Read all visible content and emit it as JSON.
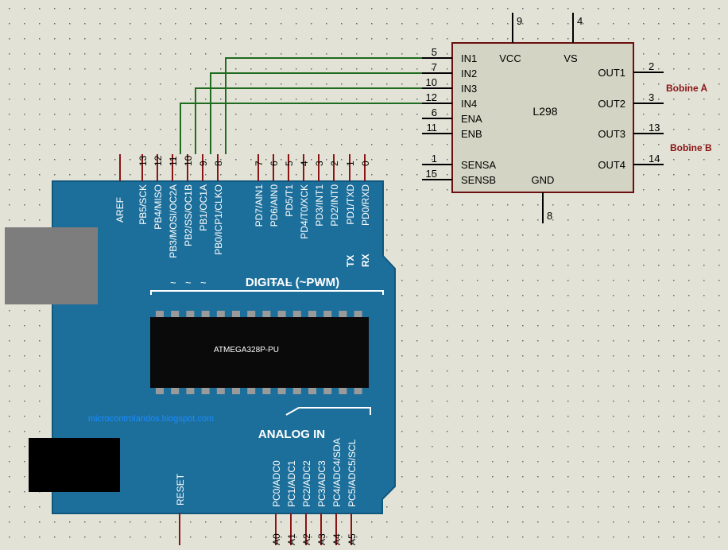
{
  "colors": {
    "background": "#e2e2d6",
    "grid_dot": "#6a6a6a",
    "board": "#1d6f9b",
    "board_edge": "#10577e",
    "wire_green": "#1f6b1f",
    "pin_red": "#8a1414",
    "chip_fill": "#d4d4c4",
    "coil_label": "#8a1414"
  },
  "chip": {
    "name": "L298",
    "left_pins": [
      {
        "number": "5",
        "label": "IN1"
      },
      {
        "number": "7",
        "label": "IN2"
      },
      {
        "number": "10",
        "label": "IN3"
      },
      {
        "number": "12",
        "label": "IN4"
      },
      {
        "number": "6",
        "label": "ENA"
      },
      {
        "number": "11",
        "label": "ENB"
      },
      {
        "number": "1",
        "label": "SENSA"
      },
      {
        "number": "15",
        "label": "SENSB"
      }
    ],
    "right_pins": [
      {
        "number": "2",
        "label": "OUT1"
      },
      {
        "number": "3",
        "label": "OUT2"
      },
      {
        "number": "13",
        "label": "OUT3"
      },
      {
        "number": "14",
        "label": "OUT4"
      }
    ],
    "top_pins": [
      {
        "number": "9",
        "label": "VCC"
      },
      {
        "number": "4",
        "label": "VS"
      }
    ],
    "bottom_pins": [
      {
        "number": "8",
        "label": "GND"
      }
    ]
  },
  "coils": [
    {
      "label": "Bobine A"
    },
    {
      "label": "Bobine B"
    }
  ],
  "arduino": {
    "mcu_label": "ATMEGA328P-PU",
    "digital_header": "DIGITAL (~PWM)",
    "analog_header": "ANALOG IN",
    "blog": "microcontrolandos.blogspot.com",
    "reset_label": "RESET",
    "aref_label": "AREF",
    "top_pins": [
      {
        "number": "13",
        "label": "PB5/SCK"
      },
      {
        "number": "12",
        "label": "PB4/MISO"
      },
      {
        "number": "11",
        "label": "PB3/MOSI/OC2A",
        "pwm": "~"
      },
      {
        "number": "10",
        "label": "PB2/SS/OC1B",
        "pwm": "~"
      },
      {
        "number": "9",
        "label": "PB1/OC1A",
        "pwm": "~"
      },
      {
        "number": "8",
        "label": "PB0/ICP1/CLKO"
      },
      {
        "number": "7",
        "label": "PD7/AIN1"
      },
      {
        "number": "6",
        "label": "PD6/AIN0",
        "pwm": "~"
      },
      {
        "number": "5",
        "label": "PD5/T1",
        "pwm": "~"
      },
      {
        "number": "4",
        "label": "PD4/T0/XCK"
      },
      {
        "number": "3",
        "label": "PD3/INT1",
        "pwm": "~"
      },
      {
        "number": "2",
        "label": "PD2/INT0"
      },
      {
        "number": "1",
        "label": "PD1/TXD",
        "tag": "TX"
      },
      {
        "number": "0",
        "label": "PD0/RXD",
        "tag": "RX"
      }
    ],
    "analog_pins": [
      {
        "label": "PC0/ADC0",
        "number": "A0"
      },
      {
        "label": "PC1/ADC1",
        "number": "A1"
      },
      {
        "label": "PC2/ADC2",
        "number": "A2"
      },
      {
        "label": "PC3/ADC3",
        "number": "A3"
      },
      {
        "label": "PC4/ADC4/SDA",
        "number": "A4"
      },
      {
        "label": "PC5/ADC5/SCL",
        "number": "A5"
      }
    ]
  },
  "connections": [
    {
      "from": "8",
      "to": "IN1"
    },
    {
      "from": "9",
      "to": "IN2"
    },
    {
      "from": "10",
      "to": "IN3"
    },
    {
      "from": "11",
      "to": "IN4"
    }
  ]
}
